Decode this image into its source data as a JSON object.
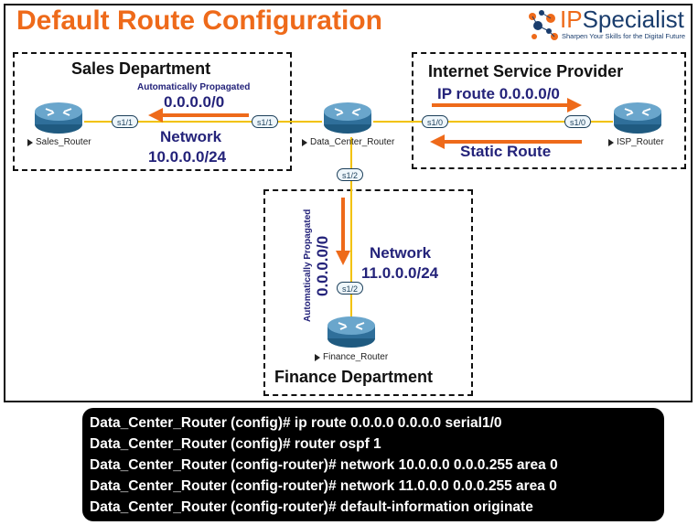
{
  "title": "Default Route Configuration",
  "logo": {
    "brand_prefix": "IP",
    "brand_suffix": "Specialist",
    "tagline": "Sharpen Your Skills for the Digital Future"
  },
  "departments": {
    "sales": "Sales Department",
    "isp": "Internet Service Provider",
    "finance": "Finance Department"
  },
  "routers": {
    "sales": "Sales_Router",
    "data_center": "Data_Center_Router",
    "isp": "ISP_Router",
    "finance": "Finance_Router"
  },
  "ports": {
    "sales_s11": "s1/1",
    "dc_s11": "s1/1",
    "dc_s10": "s1/0",
    "isp_s10": "s1/0",
    "dc_s12": "s1/2",
    "fin_s12": "s1/2"
  },
  "annotations": {
    "sales_propagated": "Automatically Propagated",
    "sales_default": "0.0.0.0/0",
    "sales_network_label": "Network",
    "sales_network": "10.0.0.0/24",
    "isp_ip_route": "IP route 0.0.0.0/0",
    "isp_static": "Static Route",
    "fin_propagated": "Automatically Propagated",
    "fin_default": "0.0.0.0/0",
    "fin_network_label": "Network",
    "fin_network": "11.0.0.0/24"
  },
  "commands": [
    "Data_Center_Router (config)# ip route 0.0.0.0 0.0.0.0 serial1/0",
    "Data_Center_Router (config)# router ospf 1",
    "Data_Center_Router (config-router)# network 10.0.0.0 0.0.0.255 area 0",
    "Data_Center_Router (config-router)# network 11.0.0.0 0.0.0.255 area 0",
    "Data_Center_Router (config-router)# default-information originate"
  ],
  "colors": {
    "accent_orange": "#ee6a1a",
    "link_yellow": "#f2c200",
    "label_navy": "#24237a",
    "router_blue": "#2f6f9a"
  }
}
